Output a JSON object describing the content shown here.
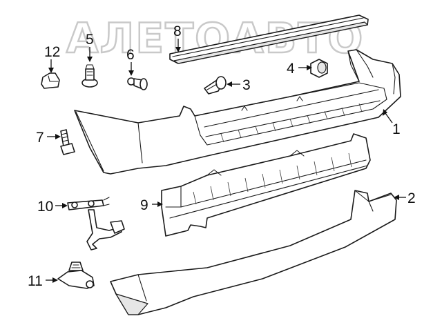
{
  "watermark": {
    "text": "АЛЕТОАВТО"
  },
  "callouts": {
    "c1": "1",
    "c2": "2",
    "c3": "3",
    "c4": "4",
    "c5": "5",
    "c6": "6",
    "c7": "7",
    "c8": "8",
    "c9": "9",
    "c10": "10",
    "c11": "11",
    "c12": "12"
  },
  "colors": {
    "line": "#1a1a1a",
    "shade": "#e6e6e6",
    "watermark": "#c9c9c9"
  }
}
